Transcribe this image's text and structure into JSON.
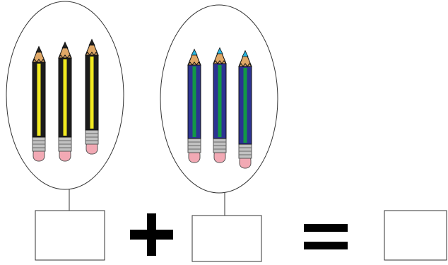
{
  "groups": [
    {
      "name": "left",
      "pencil_count": 3,
      "body_color": "#1c1c1c",
      "stripe_color": "#f2ea1f",
      "tip_color": "#222222"
    },
    {
      "name": "right",
      "pencil_count": 3,
      "body_color": "#2c3392",
      "stripe_color": "#129946",
      "tip_color": "#27b6e0"
    }
  ],
  "answer_boxes": [
    {
      "name": "first-addend",
      "value": ""
    },
    {
      "name": "second-addend",
      "value": ""
    },
    {
      "name": "sum",
      "value": ""
    }
  ],
  "operators": [
    "plus",
    "equals"
  ],
  "colors": {
    "line": "#333333",
    "symbol": "#000000",
    "wood": "#e0a867",
    "ferrule": "#c2c2c2",
    "eraser": "#f2a9b4",
    "background": "#ffffff"
  }
}
